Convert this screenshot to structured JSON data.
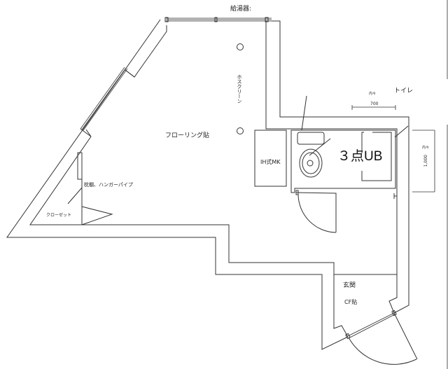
{
  "labels": {
    "water_heater": "給湯器:",
    "clothes_dryer_pole": "ホスクリーン",
    "flooring": "フローリング貼",
    "shelf_hanger": "枕棚、ハンガーパイプ",
    "closet": "クローゼット",
    "kitchen": "IH式MK",
    "bathroom": "３点UB",
    "toilet": "トイレ",
    "inner_dim_top": "内々",
    "dim_700": "700",
    "inner_dim_right": "内々",
    "dim_1000": "1,000",
    "entrance": "玄関",
    "entrance_floor": "CF貼"
  }
}
